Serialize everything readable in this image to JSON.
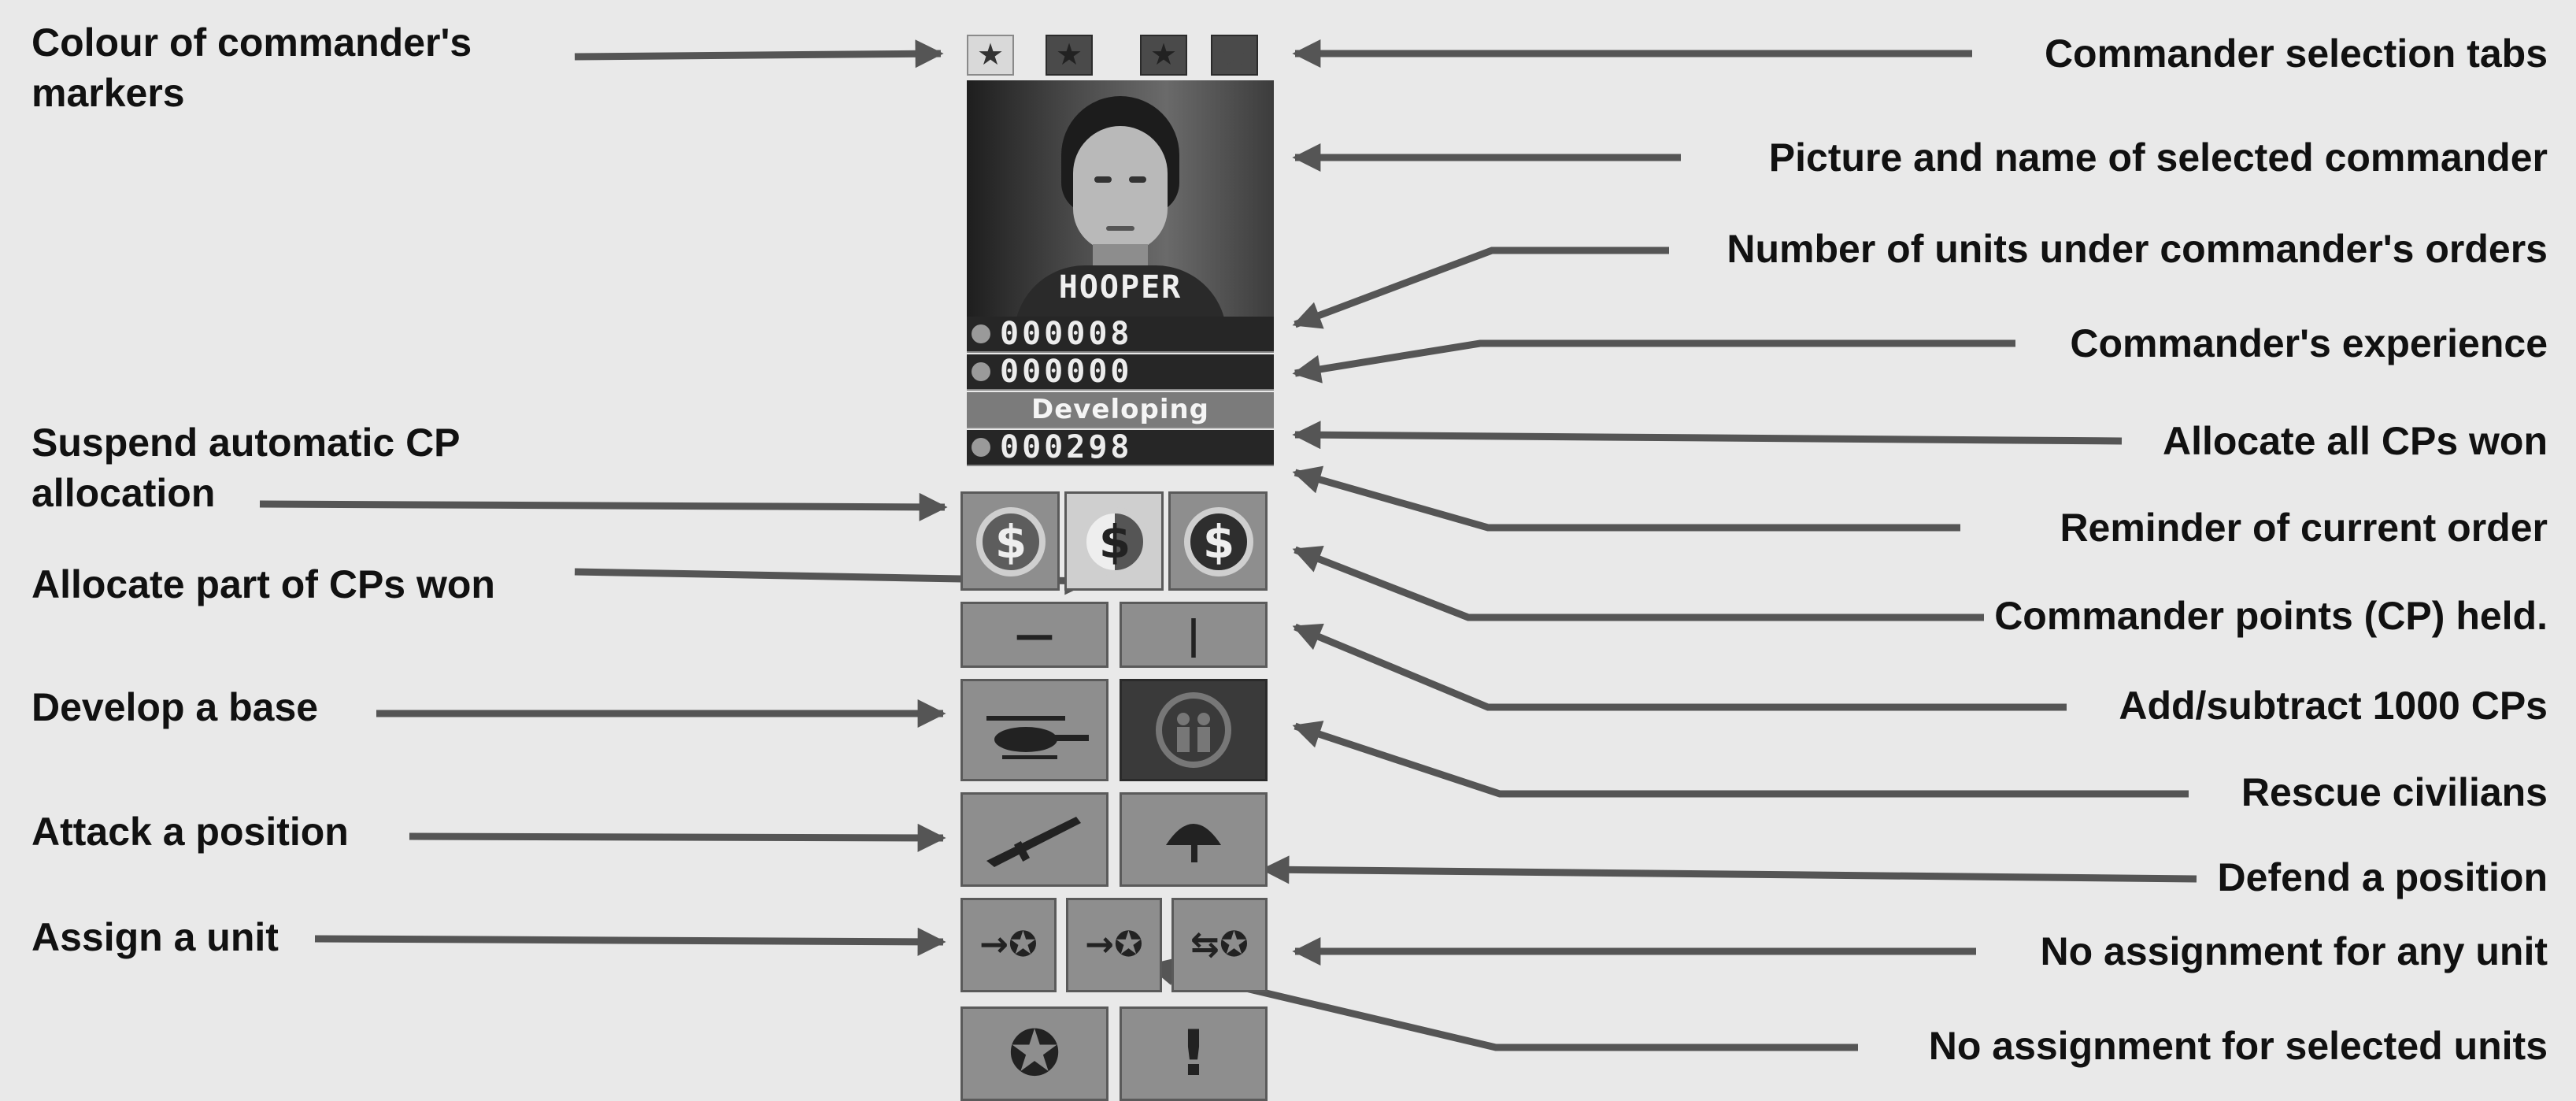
{
  "labels": {
    "left": [
      "Colour of commander's markers",
      "Suspend automatic CP allocation",
      "Allocate part of CPs won",
      "Develop a base",
      "Attack a position",
      "Assign a unit"
    ],
    "right": [
      "Commander selection tabs",
      "Picture and name of selected commander",
      "Number of units under commander's orders",
      "Commander's experience",
      "Allocate all CPs won",
      "Reminder of current order",
      "Commander points (CP) held.",
      "Add/subtract 1000 CPs",
      "Rescue civilians",
      "Defend a position",
      "No assignment for any unit",
      "No assignment for selected units"
    ]
  },
  "panel": {
    "commander_name": "HOOPER",
    "units_count": "000008",
    "experience": "000000",
    "current_order": "Developing",
    "cp_held": "000298",
    "tab_icons": [
      "star-icon",
      "star-icon",
      "star-icon",
      "star-icon"
    ],
    "cp_buttons": [
      "$",
      "$",
      "$"
    ],
    "adjust_buttons": [
      "—",
      "|"
    ],
    "order_icons": [
      "helicopter-icon",
      "civilians-icon",
      "rifle-icon",
      "helmet-icon"
    ],
    "assign_icons": [
      "assign-star-icon",
      "assign-star-icon",
      "assign-star-icon"
    ],
    "bottom_icons": [
      "star-circle-icon",
      "!"
    ]
  },
  "colors": {
    "text": "#111111",
    "arrow": "#555555",
    "background": "#e9e9e9"
  }
}
